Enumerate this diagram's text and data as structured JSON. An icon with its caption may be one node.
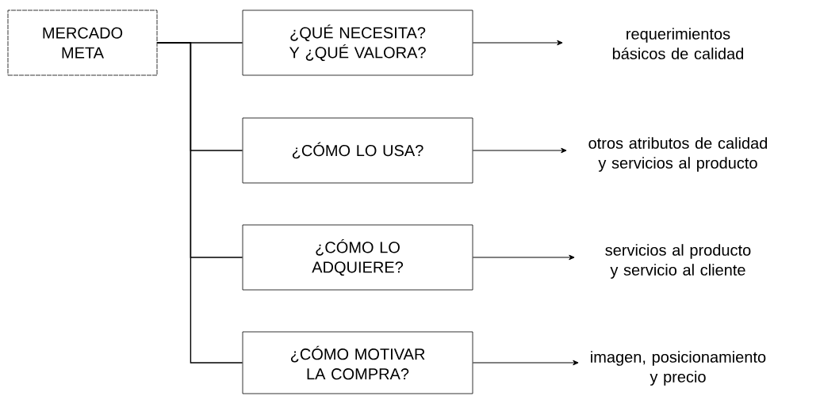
{
  "diagram": {
    "nodes": [
      {
        "text": [
          "MERCADO META"
        ]
      },
      {
        "text": [
          "¿QUÉ NECESITA? Y ¿QUÉ VALORA?"
        ]
      },
      {
        "text": [
          "¿CÓMO LO USA?"
        ]
      },
      {
        "text": [
          "¿CÓMO LO ADQUIERE?"
        ]
      },
      {
        "text": [
          "¿CÓMO MOTIVAR LA COMPRA?"
        ]
      },
      {
        "text": [
          "requerimientos básicos de calidad"
        ]
      },
      {
        "text": [
          "otros atributos de calidad y servicios al producto"
        ]
      },
      {
        "text": [
          "servicios al producto y servicio al cliente"
        ]
      },
      {
        "text": [
          "imagen, posicionamiento y precio"
        ]
      }
    ],
    "edges": [
      {
        "from": 0,
        "to": 1,
        "arrow": "none"
      },
      {
        "from": 0,
        "to": 2,
        "arrow": "none"
      },
      {
        "from": 0,
        "to": 3,
        "arrow": "none"
      },
      {
        "from": 0,
        "to": 4,
        "arrow": "none"
      },
      {
        "from": 1,
        "to": 5,
        "arrow": "to"
      },
      {
        "from": 2,
        "to": 6,
        "arrow": "to"
      },
      {
        "from": 3,
        "to": 7,
        "arrow": "to"
      },
      {
        "from": 4,
        "to": 8,
        "arrow": "to"
      }
    ]
  }
}
